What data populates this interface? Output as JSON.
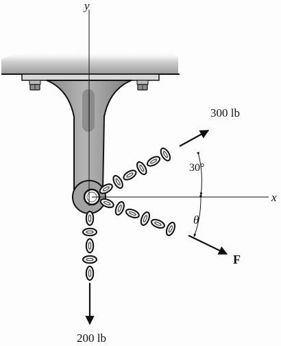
{
  "labels": {
    "y_axis": "y",
    "x_axis": "x",
    "force_upper": "300 lb",
    "angle_upper": "30°",
    "angle_lower": "θ",
    "force_unknown": "F",
    "force_down": "200 lb"
  },
  "colors": {
    "ink": "#111111",
    "bracket_fill": "#9a9a9a",
    "bracket_dark": "#6f6f6f",
    "ceiling_fill": "#b9b9b9",
    "chain_fill": "#e8e8e8"
  },
  "icons": {
    "bolt_left": "hex-bolt-icon",
    "bolt_right": "hex-bolt-icon",
    "ring": "ring-eye-icon"
  }
}
